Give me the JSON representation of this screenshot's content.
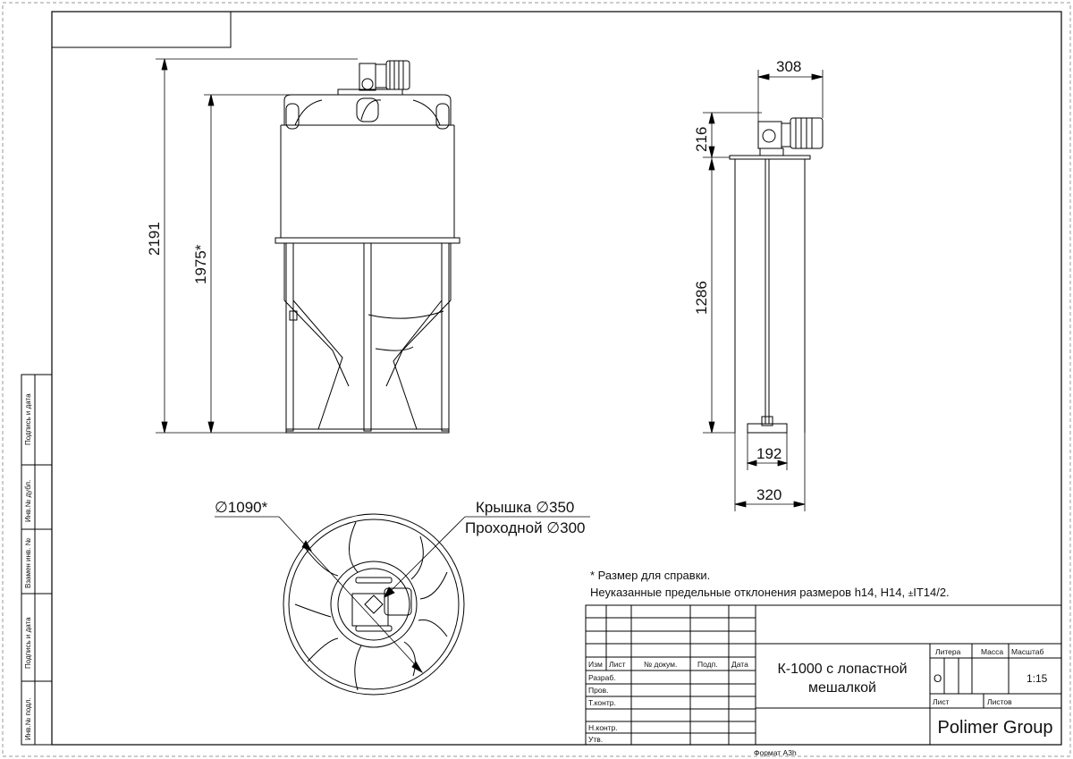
{
  "drawing": {
    "dimensions": {
      "front_total_height": "2191",
      "front_tank_height": "1975*",
      "side_drive_width": "308",
      "side_drive_height": "216",
      "side_shaft_length": "1286",
      "side_paddle_width": "192",
      "side_base_width": "320",
      "top_diameter": "∅1090*",
      "lid_label": "Крышка ∅350",
      "passage_label": "Проходной ∅300"
    },
    "notes": {
      "reference": "* Размер для справки.",
      "tolerances": "Неуказанные предельные отклонения размеров h14, H14,",
      "tolerances_tail": "IT14/2.",
      "plusminus": "±"
    }
  },
  "title_block": {
    "col_headers": {
      "izm": "Изм",
      "list": "Лист",
      "doc": "№ докум.",
      "sign": "Подп.",
      "date": "Дата"
    },
    "roles": [
      "Разраб.",
      "Пров.",
      "Т.контр.",
      "Н.контр.",
      "Утв."
    ],
    "name_line1": "К-1000 с лопастной",
    "name_line2": "мешалкой",
    "litera_header": "Литера",
    "mass_header": "Масса",
    "scale_header": "Масштаб",
    "litera_value": "О",
    "scale_value": "1:15",
    "sheet_label": "Лист",
    "sheets_label": "Листов",
    "company": "Polimer Group",
    "format": "Формат А3h"
  },
  "side_stamps": [
    "Подпись и дата",
    "Инв.№ дубл.",
    "Взамен инв. №",
    "Подпись и дата",
    "Инв.№ подл."
  ]
}
